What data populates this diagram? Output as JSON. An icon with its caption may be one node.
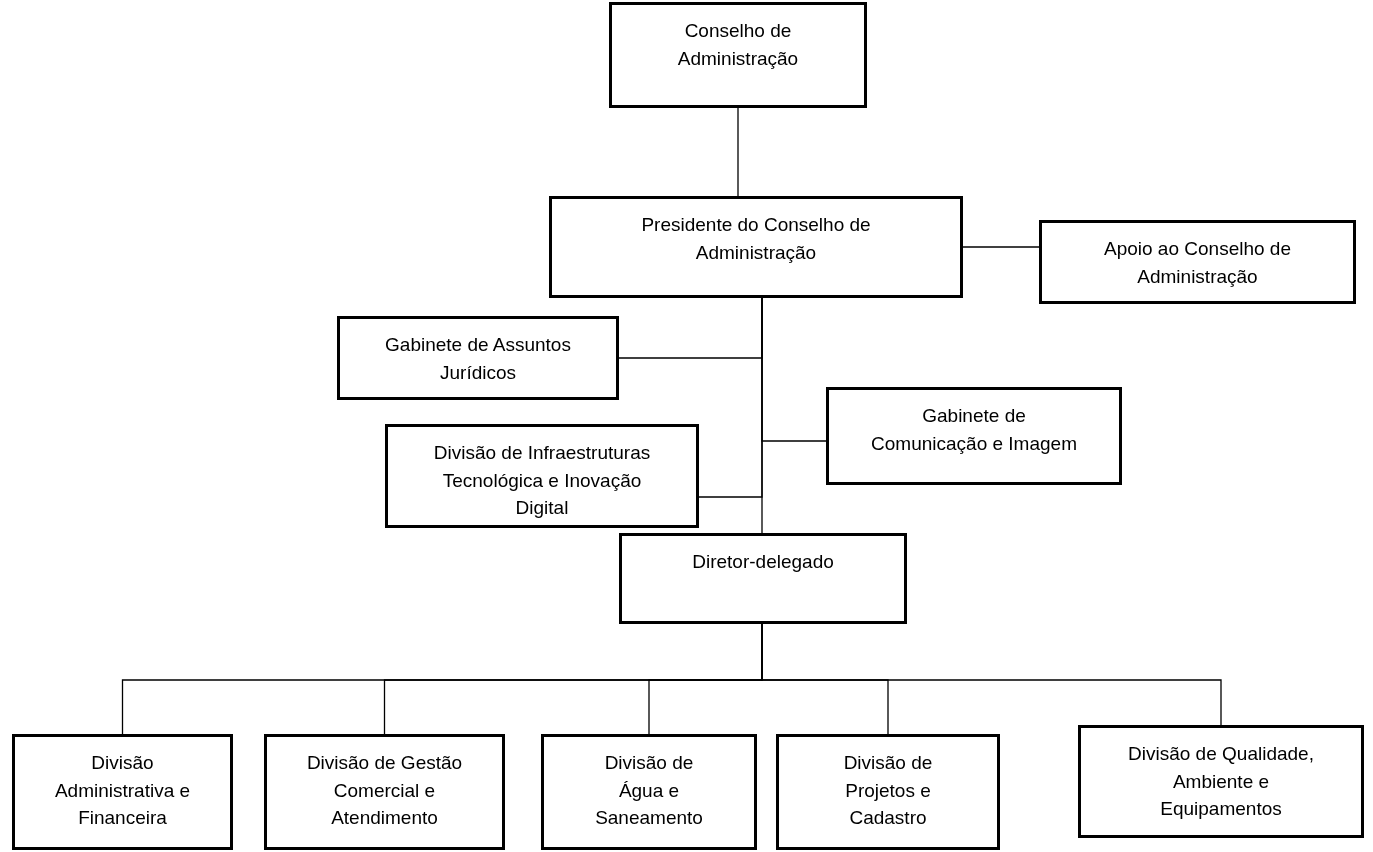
{
  "diagram": {
    "nodes": [
      {
        "text": [
          "Conselho de Administração"
        ]
      },
      {
        "text": [
          "Presidente do Conselho de Administração"
        ]
      },
      {
        "text": [
          "Apoio ao Conselho de Administração"
        ]
      },
      {
        "text": [
          "Gabinete de Assuntos Jurídicos"
        ]
      },
      {
        "text": [
          "Gabinete de Comunicação e Imagem"
        ]
      },
      {
        "text": [
          "Divisão de Infraestruturas Tecnológica e Inovação Digital"
        ]
      },
      {
        "text": [
          "Diretor-delegado"
        ]
      },
      {
        "text": [
          "Divisão Administrativa e Financeira"
        ]
      },
      {
        "text": [
          "Divisão de Gestão Comercial e Atendimento"
        ]
      },
      {
        "text": [
          "Divisão de Água e Saneamento"
        ]
      },
      {
        "text": [
          "Divisão de Projetos e Cadastro"
        ]
      },
      {
        "text": [
          "Divisão de Qualidade, Ambiente e Equipamentos"
        ]
      }
    ],
    "edges": [
      {
        "from": 0,
        "to": 1,
        "arrow": "none"
      },
      {
        "from": 1,
        "to": 2,
        "arrow": "none"
      },
      {
        "from": 1,
        "to": 3,
        "arrow": "none"
      },
      {
        "from": 1,
        "to": 4,
        "arrow": "none"
      },
      {
        "from": 1,
        "to": 5,
        "arrow": "none"
      },
      {
        "from": 1,
        "to": 6,
        "arrow": "none"
      },
      {
        "from": 6,
        "to": 7,
        "arrow": "none"
      },
      {
        "from": 6,
        "to": 8,
        "arrow": "none"
      },
      {
        "from": 6,
        "to": 9,
        "arrow": "none"
      },
      {
        "from": 6,
        "to": 10,
        "arrow": "none"
      },
      {
        "from": 6,
        "to": 11,
        "arrow": "none"
      }
    ]
  }
}
